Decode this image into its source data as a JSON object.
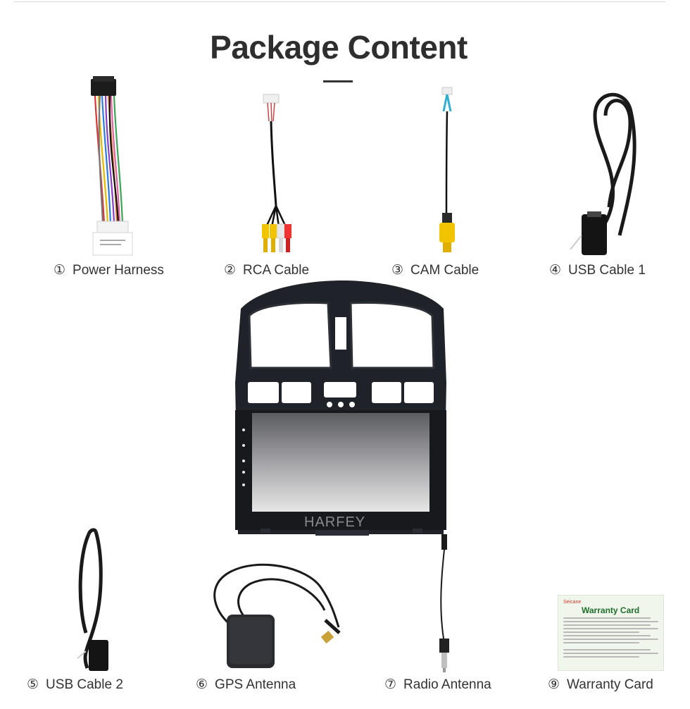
{
  "title": "Package Content",
  "screen_brand": "HARFEY",
  "items": [
    {
      "num": "①",
      "label": "Power Harness",
      "icon": "power-harness-icon"
    },
    {
      "num": "②",
      "label": "RCA Cable",
      "icon": "rca-cable-icon"
    },
    {
      "num": "③",
      "label": "CAM Cable",
      "icon": "cam-cable-icon"
    },
    {
      "num": "④",
      "label": "USB Cable 1",
      "icon": "usb-cable-icon"
    },
    {
      "num": "⑤",
      "label": "USB Cable 2",
      "icon": "usb-cable-icon"
    },
    {
      "num": "⑥",
      "label": "GPS Antenna",
      "icon": "gps-antenna-icon"
    },
    {
      "num": "⑦",
      "label": "Radio Antenna",
      "icon": "radio-antenna-icon"
    },
    {
      "num": "⑨",
      "label": "Warranty Card",
      "icon": "warranty-card-icon"
    }
  ],
  "warranty_card": {
    "brand": "Seicane",
    "title": "Warranty Card"
  },
  "colors": {
    "title": "#2e2e2e",
    "unit_frame": "#1f2228",
    "rca_yellow": "#f2c400",
    "wc_green": "#1f6e2a"
  }
}
